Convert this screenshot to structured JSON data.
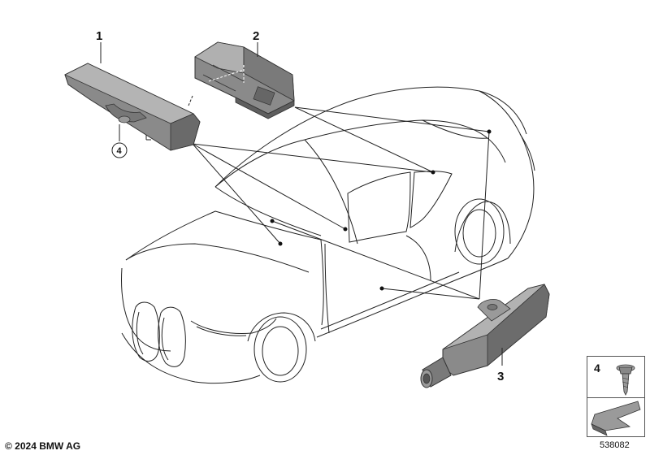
{
  "callouts": {
    "part1": "1",
    "part2": "2",
    "part3": "3",
    "part4": "4"
  },
  "legend": {
    "screw_number": "4"
  },
  "footer": {
    "copyright": "© 2024 BMW AG",
    "drawing_number": "538082"
  },
  "colors": {
    "line": "#222222",
    "part_fill": "#8a8a8a",
    "part_dark": "#6a6a6a",
    "part_light": "#b4b4b4"
  }
}
